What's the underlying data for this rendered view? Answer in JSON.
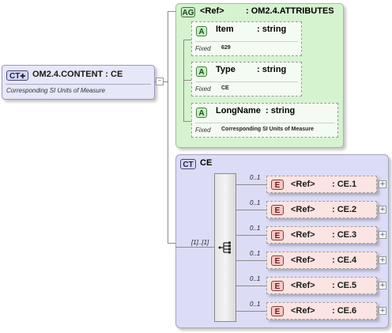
{
  "main_type": {
    "badge": "CT",
    "name": "OM2.4.CONTENT : CE",
    "doc": "Corresponding SI Units of Measure"
  },
  "attribute_group": {
    "badge": "AG",
    "ref": "<Ref>",
    "name": ": OM2.4.ATTRIBUTES",
    "attributes": [
      {
        "badge": "A",
        "name": "Item",
        "type": ": string",
        "fixed_label": "Fixed",
        "fixed_value": "629"
      },
      {
        "badge": "A",
        "name": "Type",
        "type": ": string",
        "fixed_label": "Fixed",
        "fixed_value": "CE"
      },
      {
        "badge": "A",
        "name": "LongName",
        "type": ": string",
        "fixed_label": "Fixed",
        "fixed_value": "Corresponding SI Units of Measure"
      }
    ]
  },
  "complex_type": {
    "badge": "CT",
    "name": "CE",
    "sequence_occurrence": "[1]..[1]",
    "elements": [
      {
        "occurrence": "0..1",
        "badge": "E",
        "ref": "<Ref>",
        "name": ": CE.1"
      },
      {
        "occurrence": "0..1",
        "badge": "E",
        "ref": "<Ref>",
        "name": ": CE.2"
      },
      {
        "occurrence": "0..1",
        "badge": "E",
        "ref": "<Ref>",
        "name": ": CE.3"
      },
      {
        "occurrence": "0..1",
        "badge": "E",
        "ref": "<Ref>",
        "name": ": CE.4"
      },
      {
        "occurrence": "0..1",
        "badge": "E",
        "ref": "<Ref>",
        "name": ": CE.5"
      },
      {
        "occurrence": "0..1",
        "badge": "E",
        "ref": "<Ref>",
        "name": ": CE.6"
      }
    ]
  },
  "icons": {
    "expand": "plus-icon",
    "collapse": "minus-icon",
    "sequence": "sequence-compositor-icon"
  }
}
